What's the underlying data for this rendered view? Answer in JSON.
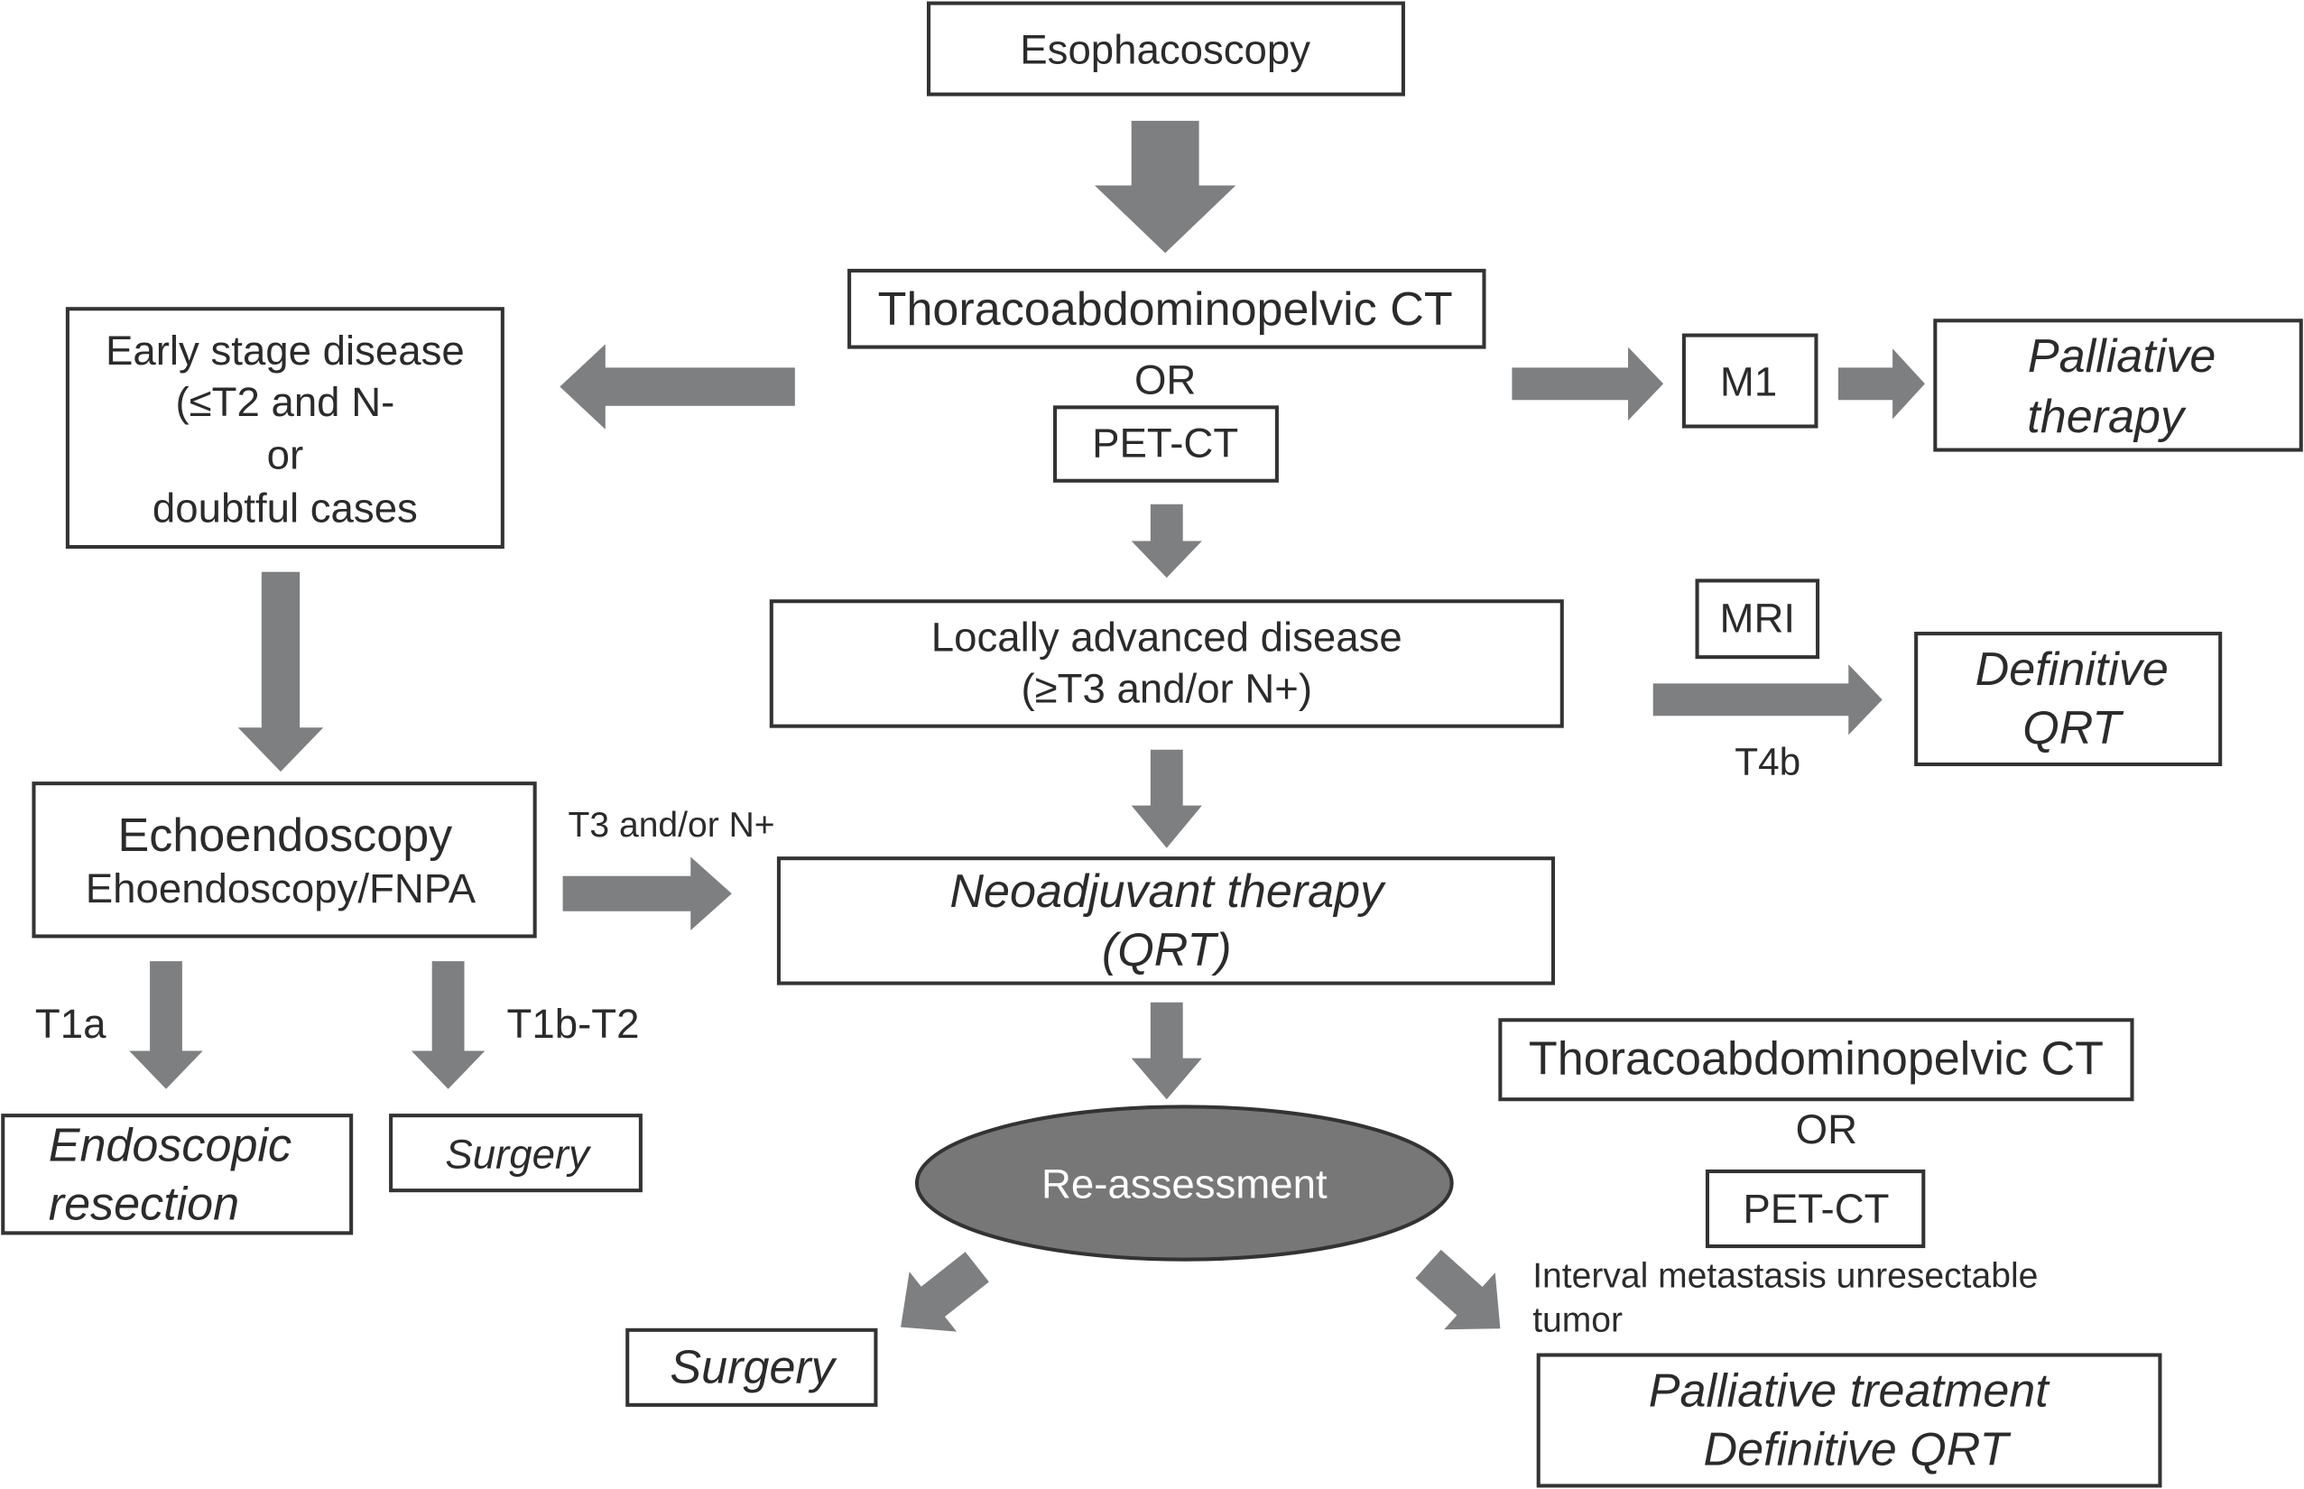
{
  "colors": {
    "arrow": "#7e7f81",
    "ellipse": "#777777",
    "border": "#333333",
    "text": "#2b2b2b"
  },
  "nodes": {
    "esophacoscopy": "Esophacoscopy",
    "ct_top": "Thoracoabdominopelvic CT",
    "or_top": "OR",
    "petct_top": "PET-CT",
    "early_stage": [
      "Early stage disease",
      "(≤T2 and N-",
      "or",
      "doubtful cases"
    ],
    "m1": "M1",
    "palliative_therapy": [
      "Palliative",
      "therapy"
    ],
    "locally_advanced": [
      "Locally advanced disease",
      "(≥T3 and/or N+)"
    ],
    "mri": "MRI",
    "definitive_qrt": [
      "Definitive",
      "QRT"
    ],
    "echoendoscopy": [
      "Echoendoscopy",
      "Ehoendoscopy/FNPA"
    ],
    "neoadjuvant": [
      "Neoadjuvant therapy",
      "(QRT)"
    ],
    "endoscopic_resection": [
      "Endoscopic",
      "resection"
    ],
    "surgery_early": "Surgery",
    "reassessment": "Re-assessment",
    "ct_bottom": "Thoracoabdominopelvic CT",
    "or_bottom": "OR",
    "petct_bottom": "PET-CT",
    "surgery_final": "Surgery",
    "palliative_treatment": [
      "Palliative treatment",
      "Definitive QRT"
    ]
  },
  "labels": {
    "t4b": "T4b",
    "t3_n": "T3 and/or N+",
    "t1a": "T1a",
    "t1b_t2": "T1b-T2",
    "interval": [
      "Interval metastasis unresectable",
      "tumor"
    ]
  }
}
